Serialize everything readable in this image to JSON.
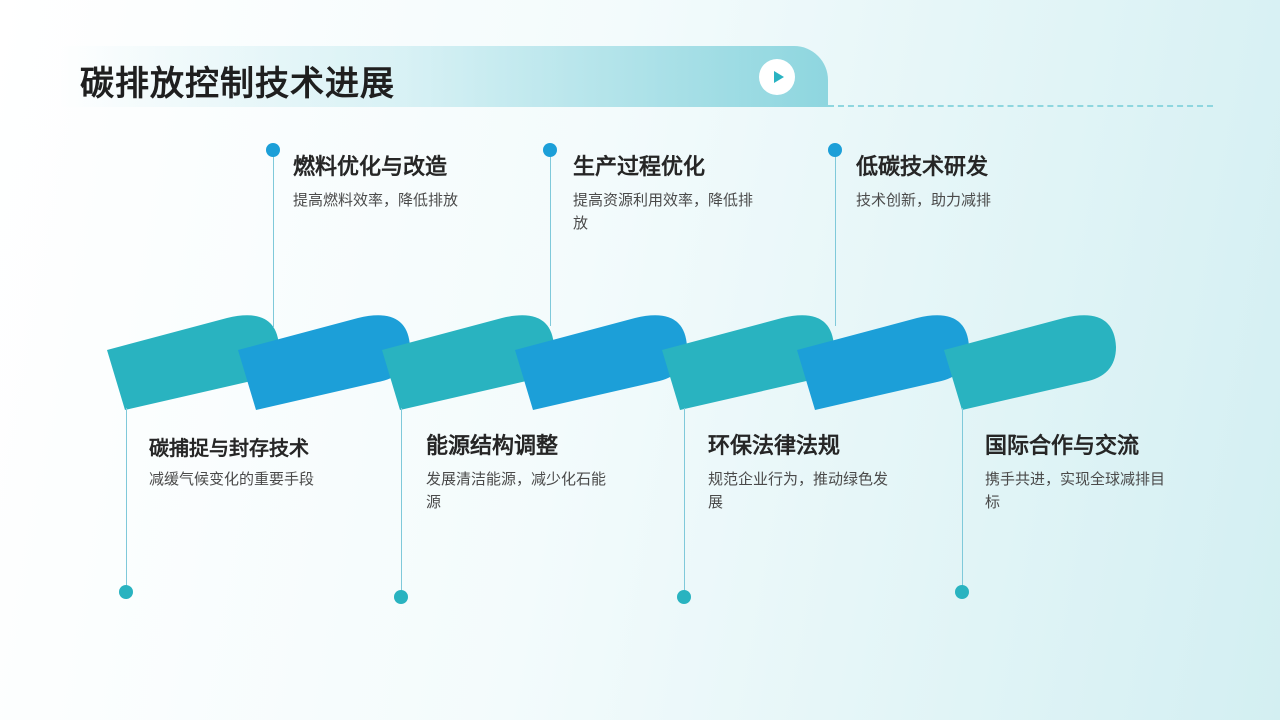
{
  "title": "碳排放控制技术进展",
  "colors": {
    "blue": "#1c9fd8",
    "teal": "#29b3c0"
  },
  "top_items": [
    {
      "head": "燃料优化与改造",
      "desc": "提高燃料效率，降低排放"
    },
    {
      "head": "生产过程优化",
      "desc": "提高资源利用效率，降低排放"
    },
    {
      "head": "低碳技术研发",
      "desc": "技术创新，助力减排"
    }
  ],
  "bottom_items": [
    {
      "head": "碳捕捉与封存技术",
      "desc": "减缓气候变化的重要手段"
    },
    {
      "head": "能源结构调整",
      "desc": "发展清洁能源，减少化石能源"
    },
    {
      "head": "环保法律法规",
      "desc": "规范企业行为，推动绿色发展"
    },
    {
      "head": "国际合作与交流",
      "desc": "携手共进，实现全球减排目标"
    }
  ]
}
